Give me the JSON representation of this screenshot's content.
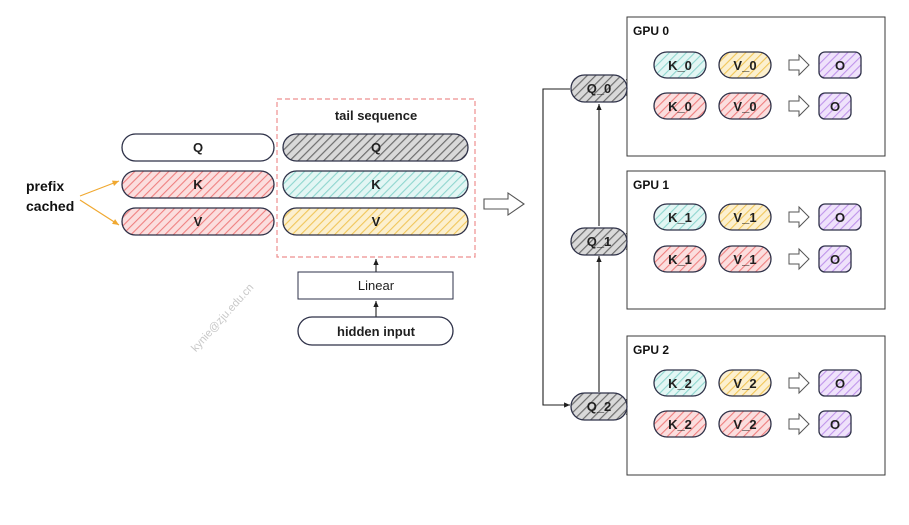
{
  "labels": {
    "tail_sequence": "tail sequence",
    "prefix_line1": "prefix",
    "prefix_line2": "cached",
    "q": "Q",
    "k": "K",
    "v": "V",
    "linear": "Linear",
    "hidden_input": "hidden input",
    "watermark": "kynie@zju.edu.cn"
  },
  "gpus": [
    {
      "title": "GPU 0",
      "q": "Q_0",
      "k": "K_0",
      "v": "V_0",
      "o": "O"
    },
    {
      "title": "GPU 1",
      "q": "Q_1",
      "k": "K_1",
      "v": "V_1",
      "o": "O"
    },
    {
      "title": "GPU 2",
      "q": "Q_2",
      "k": "K_2",
      "v": "V_2",
      "o": "O"
    }
  ],
  "colors": {
    "q_gray": "#8a8a8a",
    "k_red": "#f08c8c",
    "k_teal": "#8fd6cf",
    "v_yellow": "#f3cf6e",
    "o_purple": "#c49bea",
    "dashed_border": "#ee8f8f",
    "arrow_orange": "#f0a830",
    "stroke": "#2e3148"
  }
}
